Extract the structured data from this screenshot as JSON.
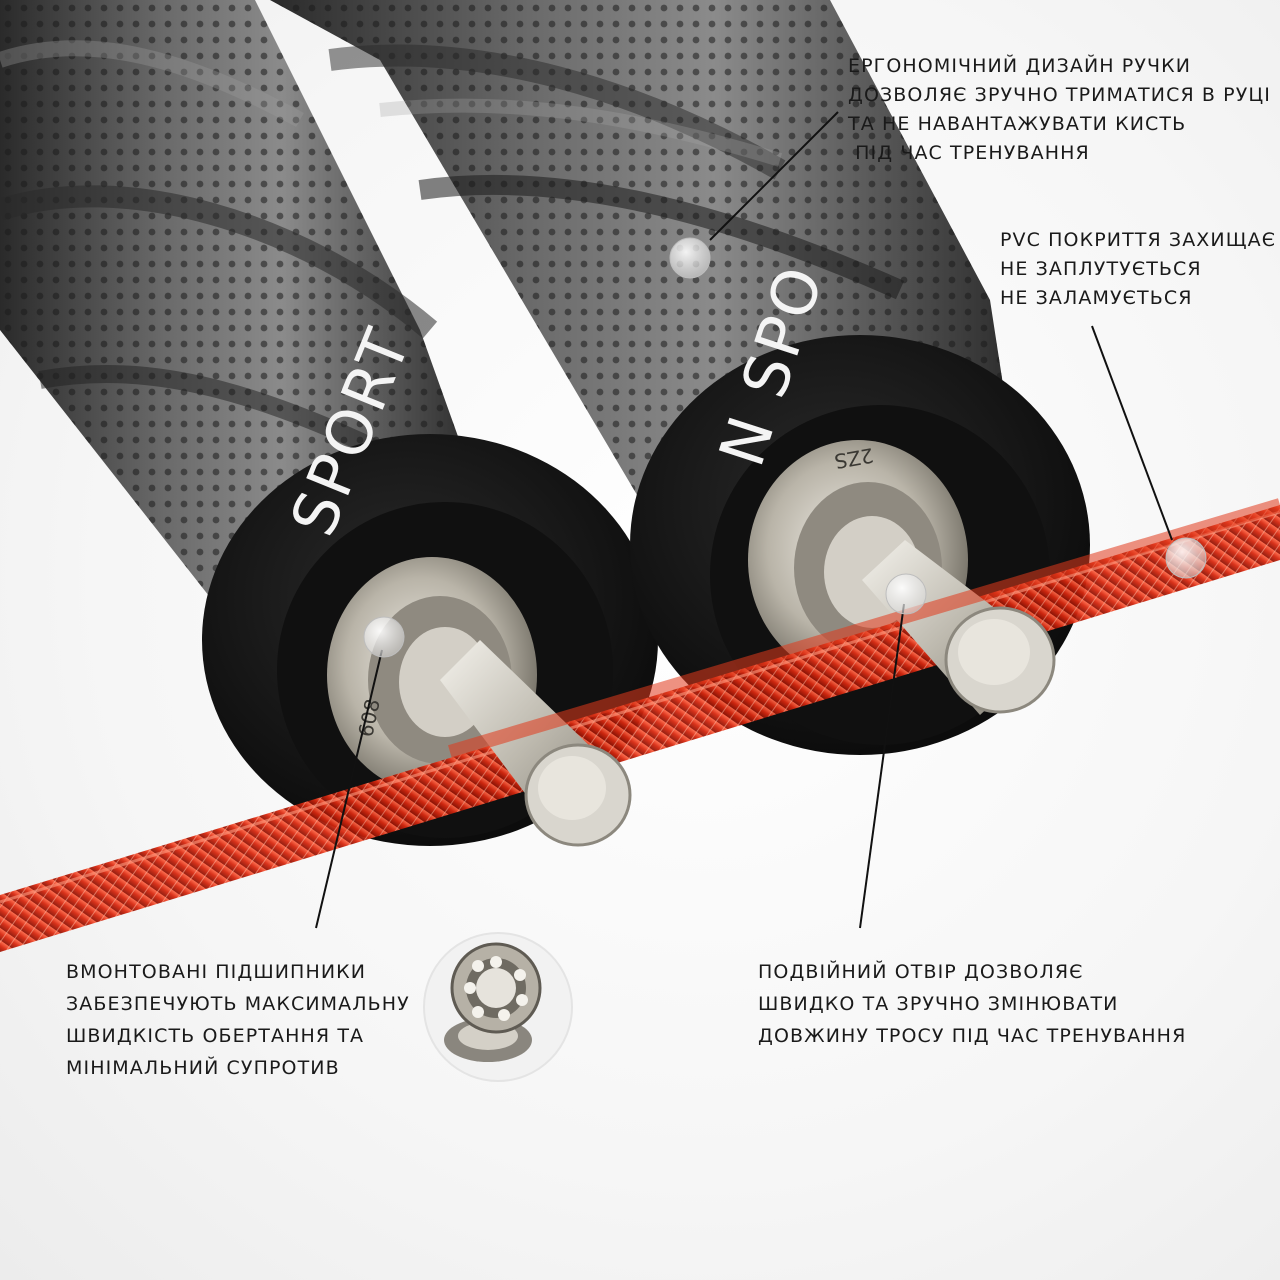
{
  "product": {
    "brand_left": "SPORT",
    "brand_right": "N SPO",
    "bearing_mark_left": "608",
    "bearing_mark_right": "2ZS"
  },
  "callouts": {
    "ergonomic": [
      "Ергономічний дизайн ручки",
      "дозволяє зручно триматися в руці",
      "та не навантажувати кисть",
      " під час тренування"
    ],
    "pvc": [
      "PVC покриття захищає",
      "не заплутується",
      "не заламується"
    ],
    "bearings": [
      "Вмонтовані підшипники",
      "забезпечують максимальну",
      "швидкість обертання та",
      "мінімальний супротив"
    ],
    "double_hole": [
      "Подвійний отвір дозволяє",
      "швидко та зручно змінювати",
      "довжину тросу під час тренування"
    ]
  },
  "colors": {
    "cable": "#d8280f",
    "handle": "#3a3a3a",
    "cap": "#151515",
    "steel": "#c9c6bf"
  }
}
